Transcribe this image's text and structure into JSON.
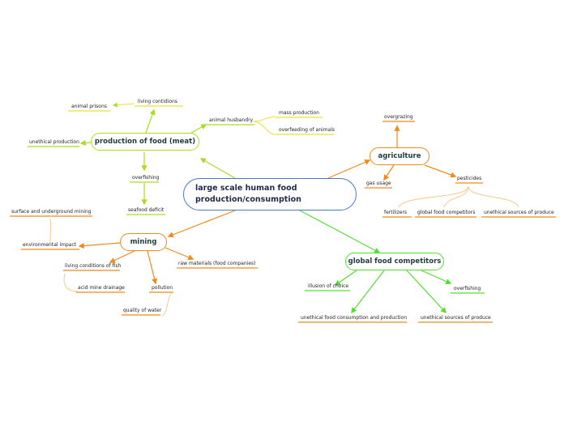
{
  "central": {
    "title": "large scale human food\nproduction/consumption"
  },
  "branches": {
    "meat": {
      "label": "production of food (meat)",
      "living_conditions": "living contidions",
      "animal_prisons": "animal prisons",
      "animal_husbandry": "animal husbandry",
      "mass_production": "mass production",
      "overfeeding": "overfeeding of animals",
      "unethical_production": "unethical production",
      "overfishing": "overfishing",
      "seafood_deficit": "seafood deficit"
    },
    "agriculture": {
      "label": "agriculture",
      "overgrazing": "overgrazing",
      "gas_usage": "gas usage",
      "pesticides": "pesticides",
      "fertilizers": "fertilizers",
      "global_food_competitors": "global food competitors",
      "unethical_sources": "unethical sources of produce"
    },
    "mining": {
      "label": "mining",
      "surface_underground": "surface and underground mining",
      "environmental_impact": "environmental impact",
      "living_conditions_fish": "living conditions of fish",
      "acid_mine_drainage": "acid mine drainage",
      "pollution": "pollution",
      "quality_of_water": "quality of water",
      "raw_materials": "raw materials (food companies)"
    },
    "global": {
      "label": "global food competitors",
      "illusion_of_choice": "illusion of choice",
      "overfishing": "overfishing",
      "unethical_consumption": "unethical food consumption and production",
      "unethical_sources": "unethical sources of produce"
    }
  },
  "colors": {
    "central_border": "#4a78c8",
    "meat": "#aadd22",
    "agriculture": "#f08a1a",
    "agriculture_light": "#f5c98f",
    "mining": "#f08a1a",
    "mining_light": "#f5c98f",
    "global": "#55dd33",
    "underline_orange": "#f08a1a",
    "underline_yellow": "#e8e030",
    "underline_green": "#55dd33"
  }
}
